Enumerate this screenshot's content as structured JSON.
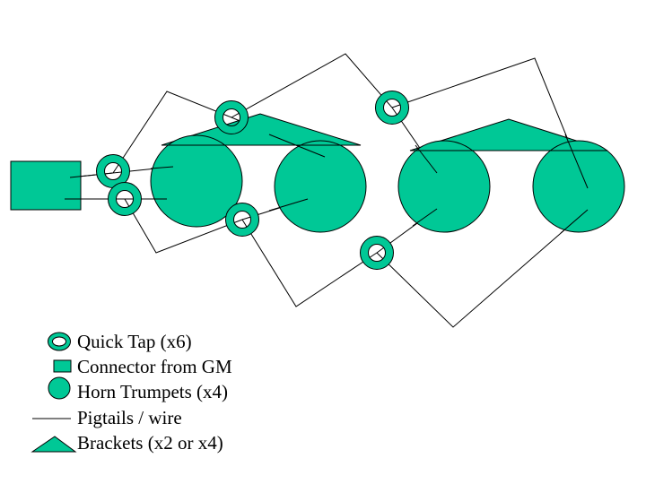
{
  "diagram": {
    "title": "Horn wiring diagram",
    "fill_color": "#00C896",
    "stroke_color": "#000000",
    "components": {
      "connector": "Connector from GM",
      "horns": 4,
      "quick_taps": 6,
      "brackets": 2
    }
  },
  "legend": {
    "items": [
      {
        "icon": "quick-tap-icon",
        "label": "Quick Tap (x6)"
      },
      {
        "icon": "connector-icon",
        "label": "Connector from GM"
      },
      {
        "icon": "horn-trumpet-icon",
        "label": "Horn Trumpets (x4)"
      },
      {
        "icon": "wire-icon",
        "label": "Pigtails / wire"
      },
      {
        "icon": "bracket-icon",
        "label": "Brackets (x2 or x4)"
      }
    ]
  }
}
